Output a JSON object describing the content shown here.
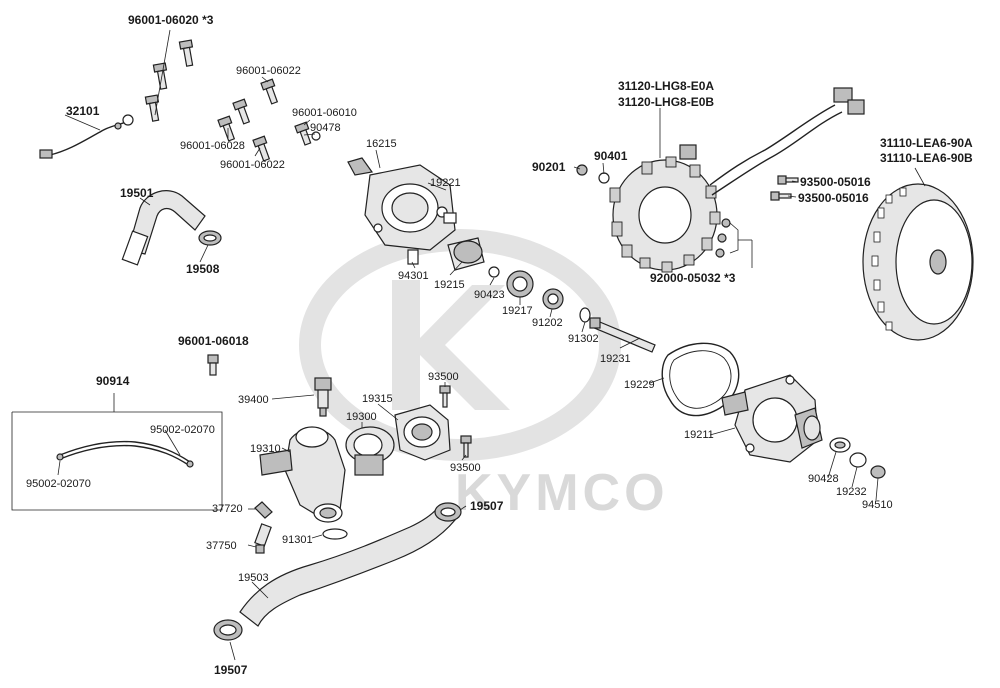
{
  "diagram": {
    "watermark": "KYMCO",
    "labels": {
      "p96001_06020": "96001-06020 *3",
      "p32101": "32101",
      "p96001_06022a": "96001-06022",
      "p96001_06010": "96001-06010",
      "p90478": "90478",
      "p96001_06028": "96001-06028",
      "p96001_06022b": "96001-06022",
      "p16215": "16215",
      "p19221": "19221",
      "p19501": "19501",
      "p19508": "19508",
      "p94301": "94301",
      "p19215": "19215",
      "p90423": "90423",
      "p19217": "19217",
      "p91202": "91202",
      "p91302": "91302",
      "p19231": "19231",
      "p31120a": "31120-LHG8-E0A",
      "p31120b": "31120-LHG8-E0B",
      "p90201": "90201",
      "p90401": "90401",
      "p92000": "92000-05032 *3",
      "p31110a": "31110-LEA6-90A",
      "p31110b": "31110-LEA6-90B",
      "p93500_05016a": "93500-05016",
      "p93500_05016b": "93500-05016",
      "p96001_06018": "96001-06018",
      "p90914": "90914",
      "p95002a": "95002-02070",
      "p95002b": "95002-02070",
      "p39400": "39400",
      "p19315": "19315",
      "p93500a": "93500",
      "p19300": "19300",
      "p19310": "19310",
      "p93500b": "93500",
      "p19229": "19229",
      "p19211": "19211",
      "p90428": "90428",
      "p19232": "19232",
      "p94510": "94510",
      "p37720": "37720",
      "p37750": "37750",
      "p91301": "91301",
      "p19507a": "19507",
      "p19503": "19503",
      "p19507b": "19507"
    }
  }
}
